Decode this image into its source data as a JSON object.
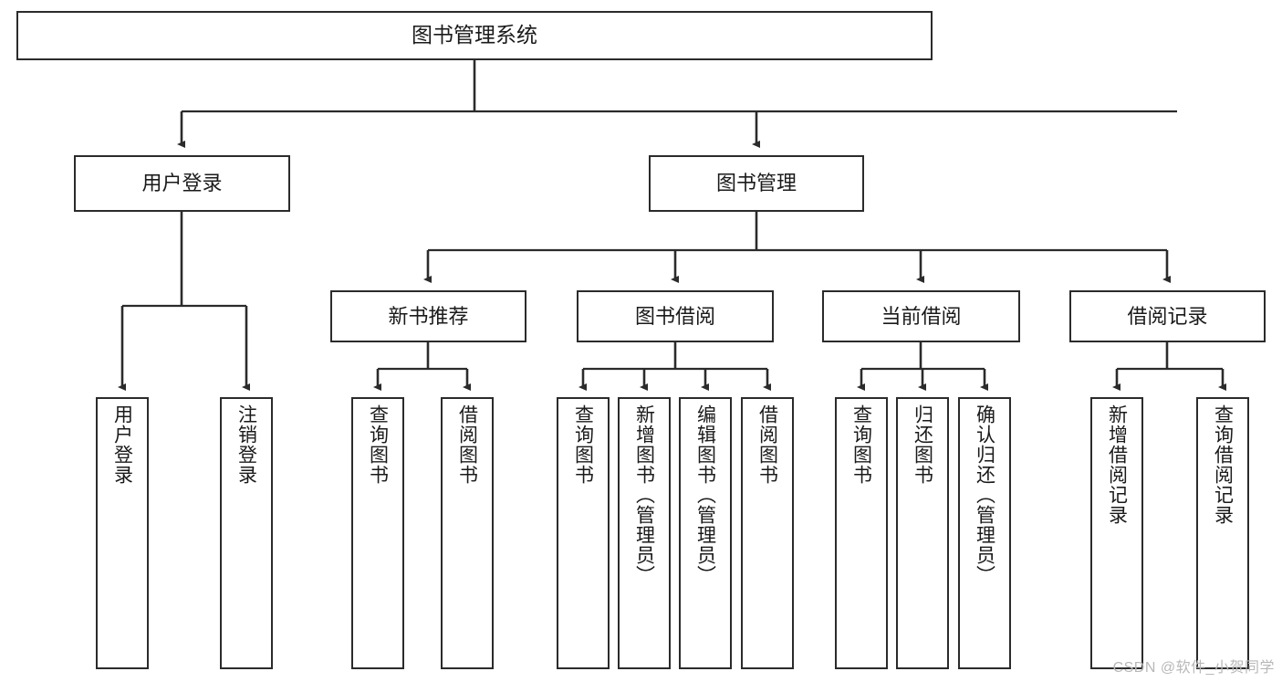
{
  "diagram": {
    "title": "图书管理系统",
    "watermark": "CSDN @软件_小贺同学",
    "line_color": "#2b2b2b",
    "box_border_color": "#2b2b2b",
    "box_fill_color": "#ffffff",
    "text_color": "#1a1a1a",
    "background_color": "#ffffff"
  },
  "nodes": {
    "root": {
      "label": "图书管理系统"
    },
    "level2": [
      {
        "label": "用户登录"
      },
      {
        "label": "图书管理"
      }
    ],
    "level3": [
      {
        "label": "新书推荐"
      },
      {
        "label": "图书借阅"
      },
      {
        "label": "当前借阅"
      },
      {
        "label": "借阅记录"
      }
    ],
    "leaves": {
      "user_login": [
        {
          "label": "用户登录"
        },
        {
          "label": "注销登录"
        }
      ],
      "new_book_recommend": [
        {
          "label": "查询图书"
        },
        {
          "label": "借阅图书"
        }
      ],
      "book_borrow": [
        {
          "label": "查询图书"
        },
        {
          "label": "新增图书（管理员）"
        },
        {
          "label": "编辑图书（管理员）"
        },
        {
          "label": "借阅图书"
        }
      ],
      "current_borrow": [
        {
          "label": "查询图书"
        },
        {
          "label": "归还图书"
        },
        {
          "label": "确认归还（管理员）"
        }
      ],
      "borrow_record": [
        {
          "label": "新增借阅记录"
        },
        {
          "label": "查询借阅记录"
        }
      ]
    }
  }
}
